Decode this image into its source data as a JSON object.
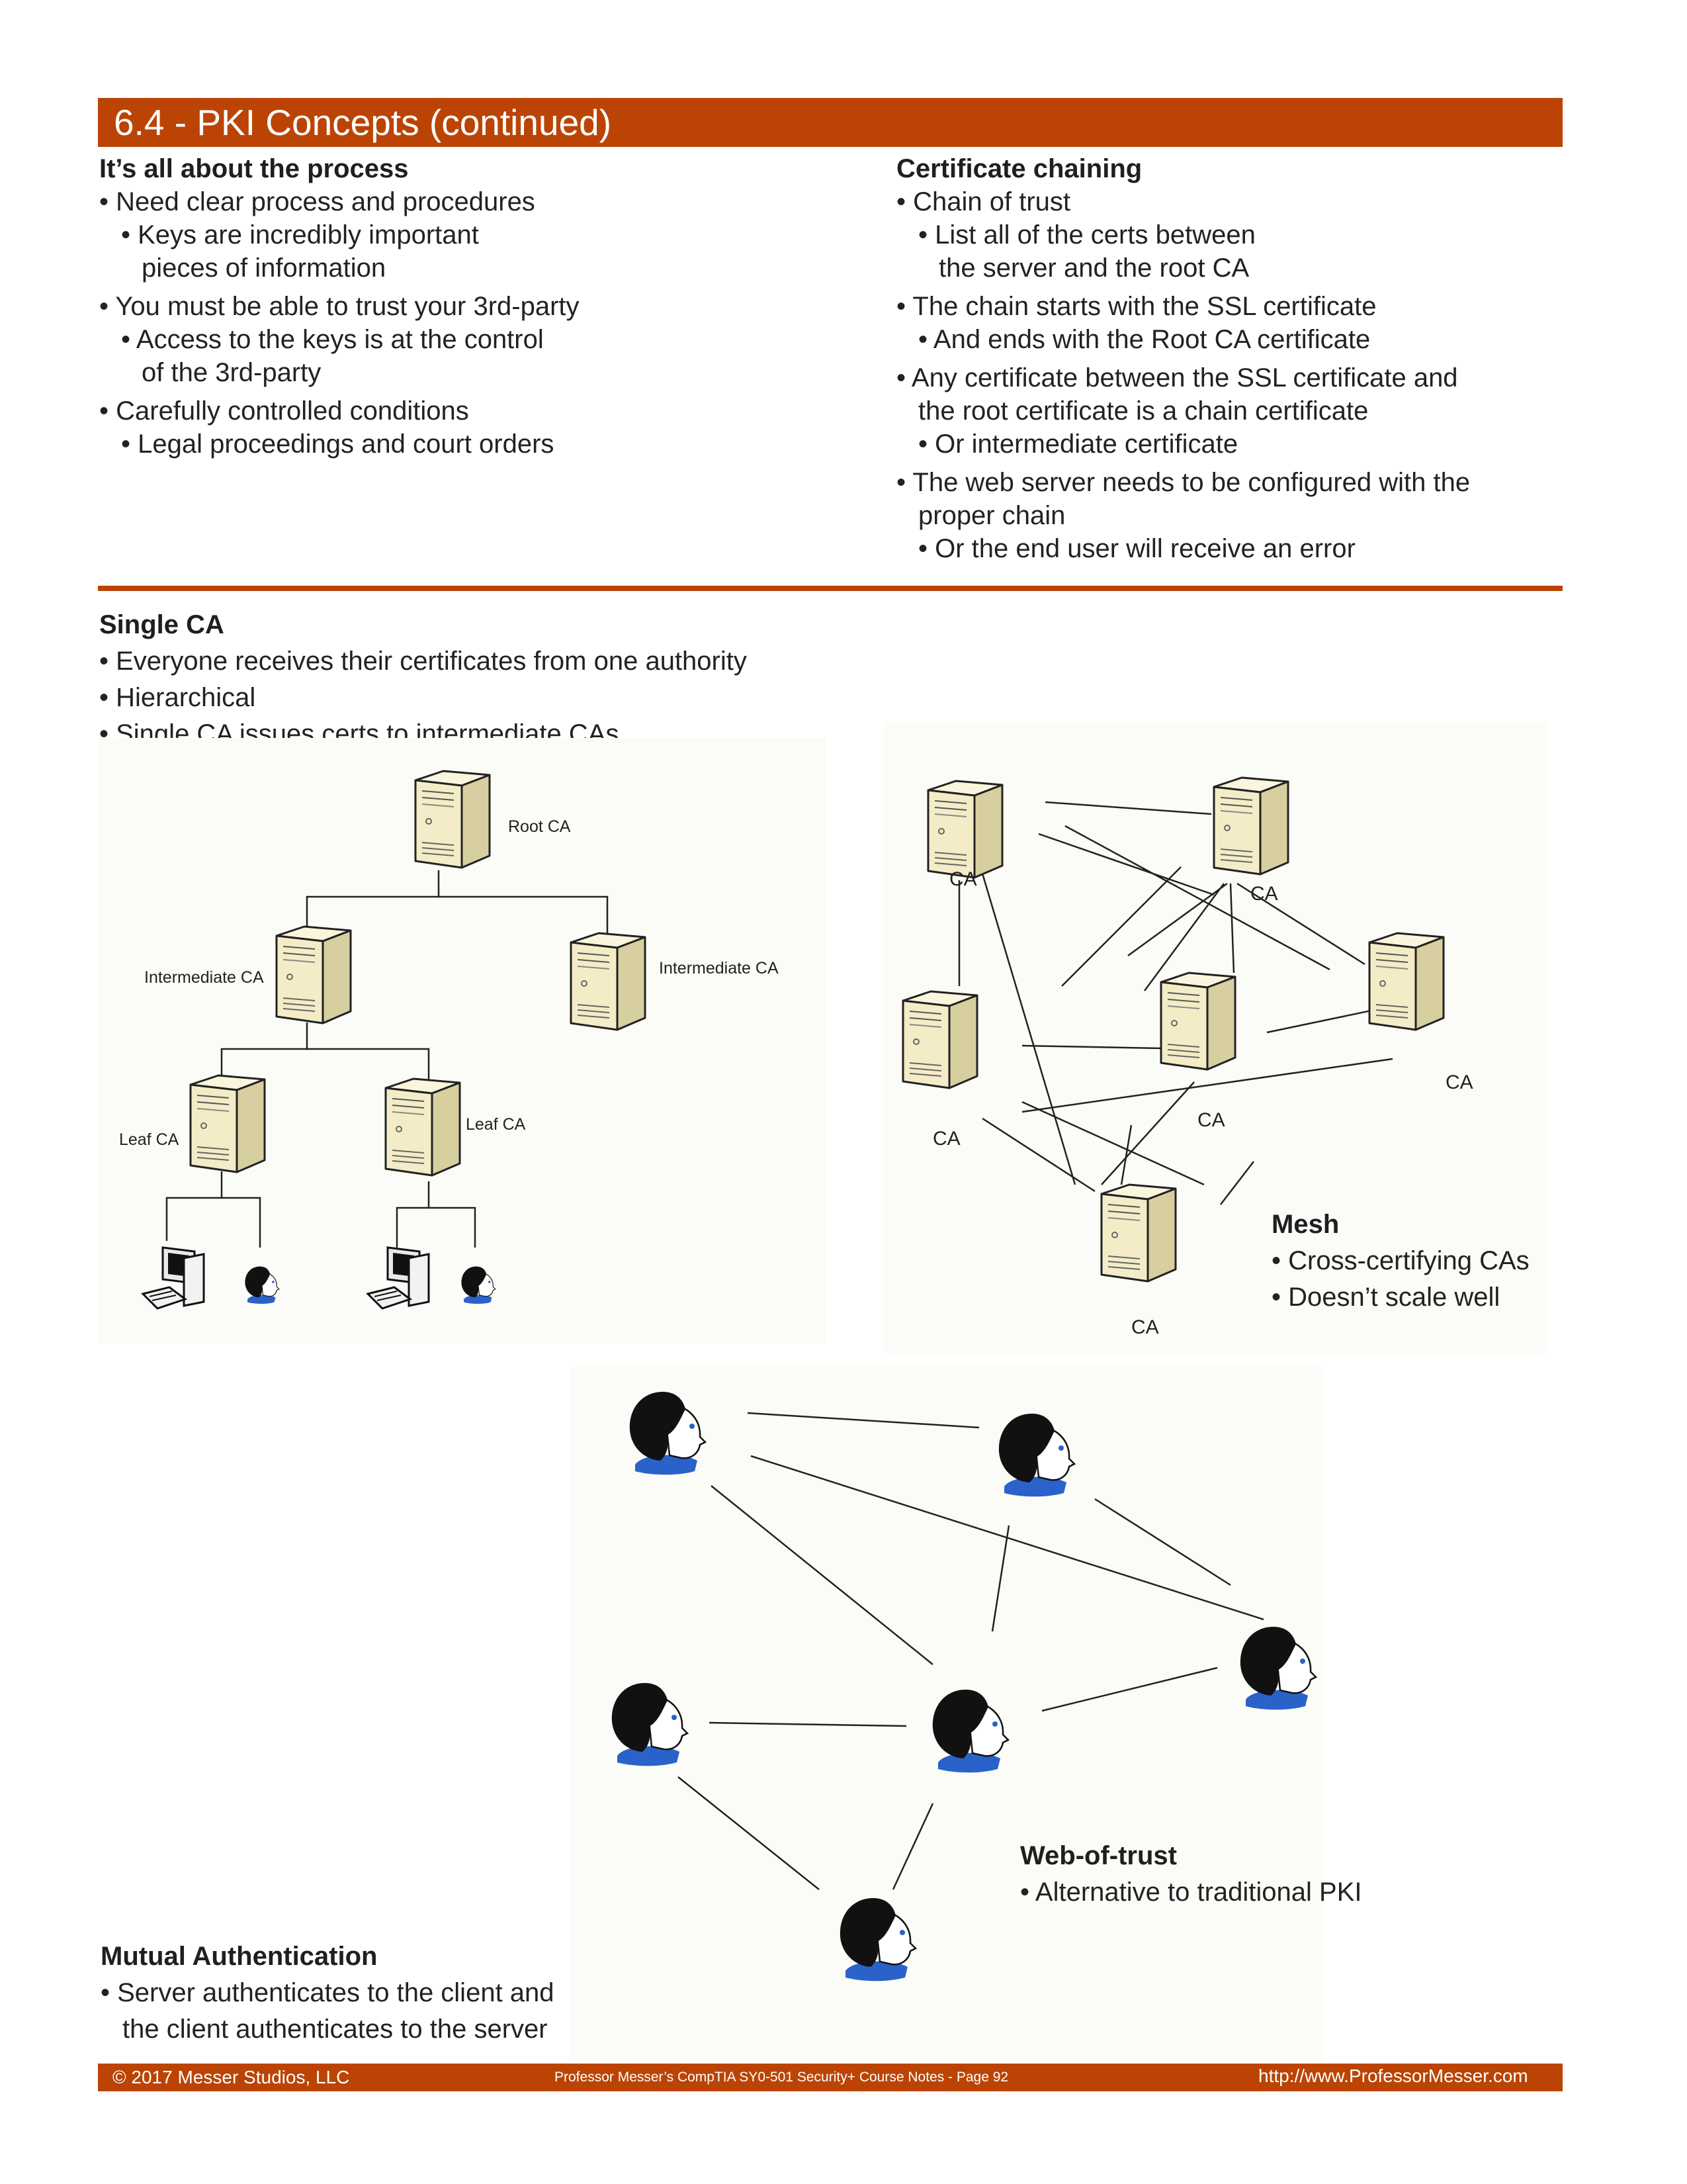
{
  "header": {
    "title": "6.4 - PKI Concepts (continued)"
  },
  "process": {
    "heading": "It’s all about the process",
    "lines": [
      "• Need clear process and procedures",
      "• Keys are incredibly important",
      "pieces of information",
      "• You must be able to trust your 3rd-party",
      "• Access to the keys is at the control",
      "of the 3rd-party",
      "• Carefully controlled conditions",
      "• Legal proceedings and court orders"
    ]
  },
  "chaining": {
    "heading": "Certificate chaining",
    "lines": [
      "• Chain of trust",
      "• List all of the certs between",
      "the server and the root CA",
      "• The chain starts with the SSL certificate",
      "• And ends with the Root CA certificate",
      "• Any certificate between the SSL certificate and",
      "the root certificate is a chain certificate",
      "• Or intermediate certificate",
      "• The web server needs to be configured with the",
      "proper chain",
      "• Or the end user will receive an error"
    ]
  },
  "single_ca": {
    "heading": "Single CA",
    "lines": [
      "• Everyone receives their certificates from one authority",
      "• Hierarchical",
      "• Single CA issues certs to intermediate CAs"
    ],
    "diagram": {
      "root": "Root CA",
      "intermediate_left": "Intermediate CA",
      "intermediate_right": "Intermediate CA",
      "leaf_left": "Leaf CA",
      "leaf_right": "Leaf CA"
    }
  },
  "mesh": {
    "heading": "Mesh",
    "lines": [
      "• Cross-certifying CAs",
      "• Doesn’t scale well"
    ],
    "node_label": "CA"
  },
  "web_of_trust": {
    "heading": "Web-of-trust",
    "lines": [
      "• Alternative to traditional PKI"
    ]
  },
  "mutual_auth": {
    "heading": "Mutual Authentication",
    "lines": [
      "• Server authenticates to the client and",
      "the client authenticates to the server"
    ]
  },
  "footer": {
    "copyright": "© 2017 Messer Studios, LLC",
    "course": "Professor Messer’s CompTIA SY0-501 Security+ Course Notes - Page 92",
    "url": "http://www.ProfessorMesser.com"
  },
  "colors": {
    "accent": "#bb4405",
    "server": "#f3ecc6",
    "person_shirt": "#2a62c9"
  }
}
